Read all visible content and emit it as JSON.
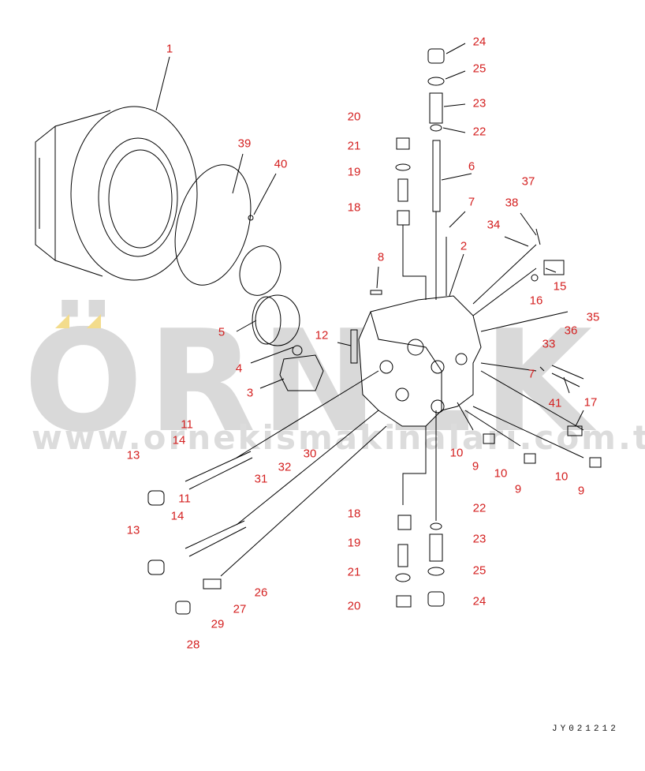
{
  "watermark": {
    "logo": "ÖRNEK",
    "url": "www.ornekismakinalari.com.tr"
  },
  "drawing_code": "JY021212",
  "callouts": [
    "1",
    "39",
    "40",
    "24",
    "25",
    "23",
    "22",
    "20",
    "21",
    "19",
    "18",
    "6",
    "7",
    "37",
    "38",
    "34",
    "2",
    "8",
    "15",
    "16",
    "5",
    "12",
    "4",
    "3",
    "35",
    "36",
    "33",
    "7",
    "41",
    "17",
    "11",
    "14",
    "13",
    "30",
    "10",
    "9",
    "10",
    "9",
    "10",
    "9",
    "31",
    "32",
    "11",
    "14",
    "13",
    "18",
    "22",
    "23",
    "19",
    "25",
    "21",
    "20",
    "24",
    "26",
    "27",
    "29",
    "28"
  ],
  "colors": {
    "callout": "#d42020",
    "line": "#000000",
    "watermark": "#d9d9d9",
    "accent": "#f3dc8c"
  }
}
